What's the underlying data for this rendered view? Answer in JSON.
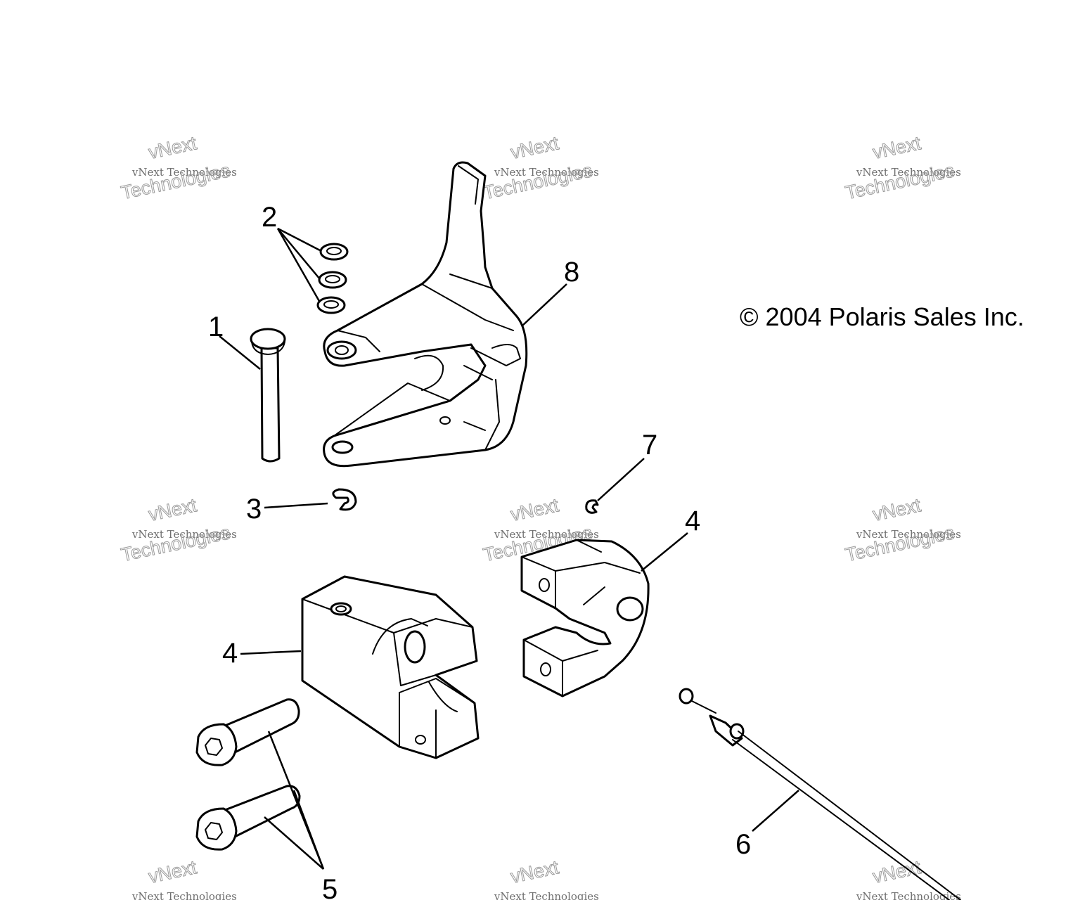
{
  "copyright": "© 2004 Polaris Sales Inc.",
  "watermark": {
    "line_small": "vNext Technologies",
    "line_big_1": "vNext",
    "line_big_2": "Technologies"
  },
  "callouts": [
    "1",
    "2",
    "3",
    "4",
    "4",
    "5",
    "6",
    "7",
    "8"
  ],
  "colors": {
    "ink": "#000000",
    "watermark": "#9a9a9a",
    "background": "#ffffff"
  }
}
